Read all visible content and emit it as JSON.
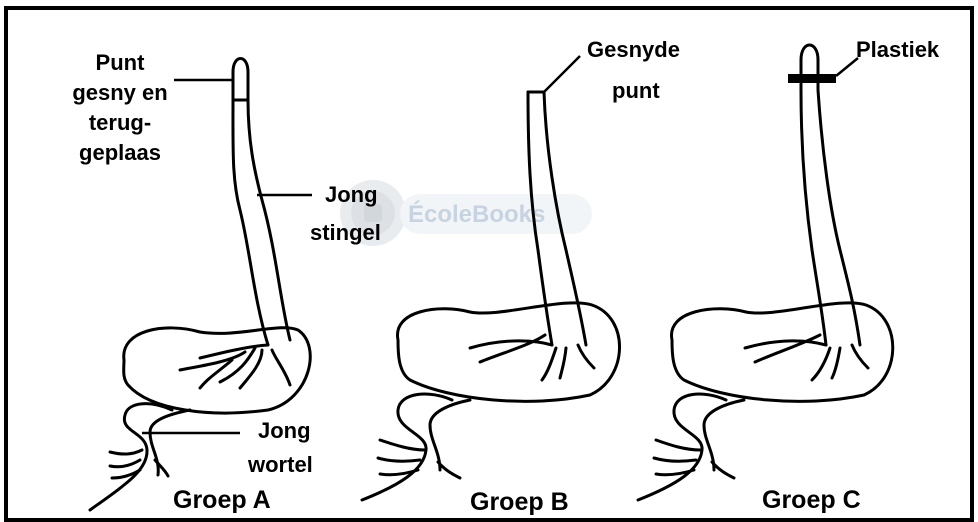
{
  "labels": {
    "tip_cut": [
      "Punt",
      "gesny en",
      "terug-",
      "geplaas"
    ],
    "young_stem": [
      "Jong",
      "stingel"
    ],
    "young_root": [
      "Jong",
      "wortel"
    ],
    "cut_tip": [
      "Gesnyde",
      "punt"
    ],
    "plastic": "Plastiek"
  },
  "groups": [
    "Groep A",
    "Groep B",
    "Groep C"
  ],
  "watermark": "ÉcoleBooks"
}
